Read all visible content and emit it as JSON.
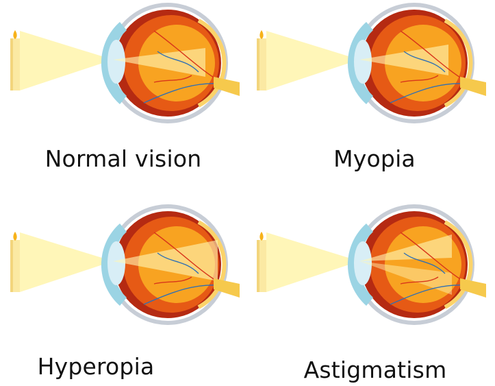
{
  "panels": [
    {
      "key": "normal",
      "label": "Normal vision"
    },
    {
      "key": "myopia",
      "label": "Myopia"
    },
    {
      "key": "hyperopia",
      "label": "Hyperopia"
    },
    {
      "key": "astigmatism",
      "label": "Astigmatism"
    }
  ],
  "colors": {
    "light_beam": "#fff6b8",
    "candle": "#fbe9a3",
    "candle_shadow": "#f3d57c",
    "flame": "#f7b21a",
    "sclera_outer": "#c7cdd6",
    "sclera_inner": "#ffffff",
    "eyeball_edge": "#b52a12",
    "eyeball_mid": "#e65a15",
    "eyeball_center": "#f8a321",
    "retina_band": "#fbd36a",
    "cornea": "#9bd4e4",
    "lens": "#d8eef6",
    "artery": "#d8361b",
    "vein": "#2f6fb4",
    "optic_nerve": "#f6c94c",
    "caption_text": "#111111"
  }
}
